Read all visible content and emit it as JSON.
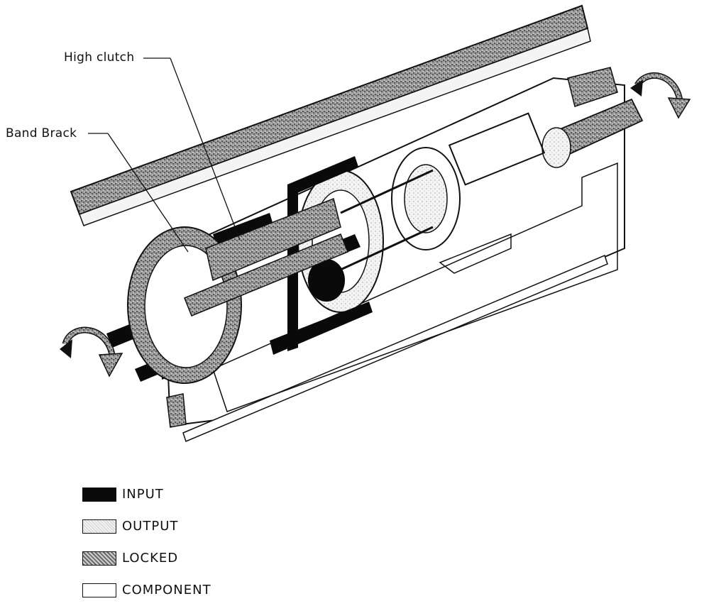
{
  "callouts": {
    "high_clutch": "High clutch",
    "band_brake": "Band Brack"
  },
  "legend": [
    {
      "label": "INPUT",
      "pattern": "solid-black",
      "color": "#0a0a0a"
    },
    {
      "label": "OUTPUT",
      "pattern": "light-stipple",
      "color": "#e6e6e6"
    },
    {
      "label": "LOCKED",
      "pattern": "dense-stipple",
      "color": "#8a8a8a"
    },
    {
      "label": "COMPONENT",
      "pattern": "white",
      "color": "#ffffff"
    }
  ],
  "icons": {
    "left_arrow": "rotation-arrow-icon",
    "right_arrow": "rotation-arrow-icon"
  }
}
